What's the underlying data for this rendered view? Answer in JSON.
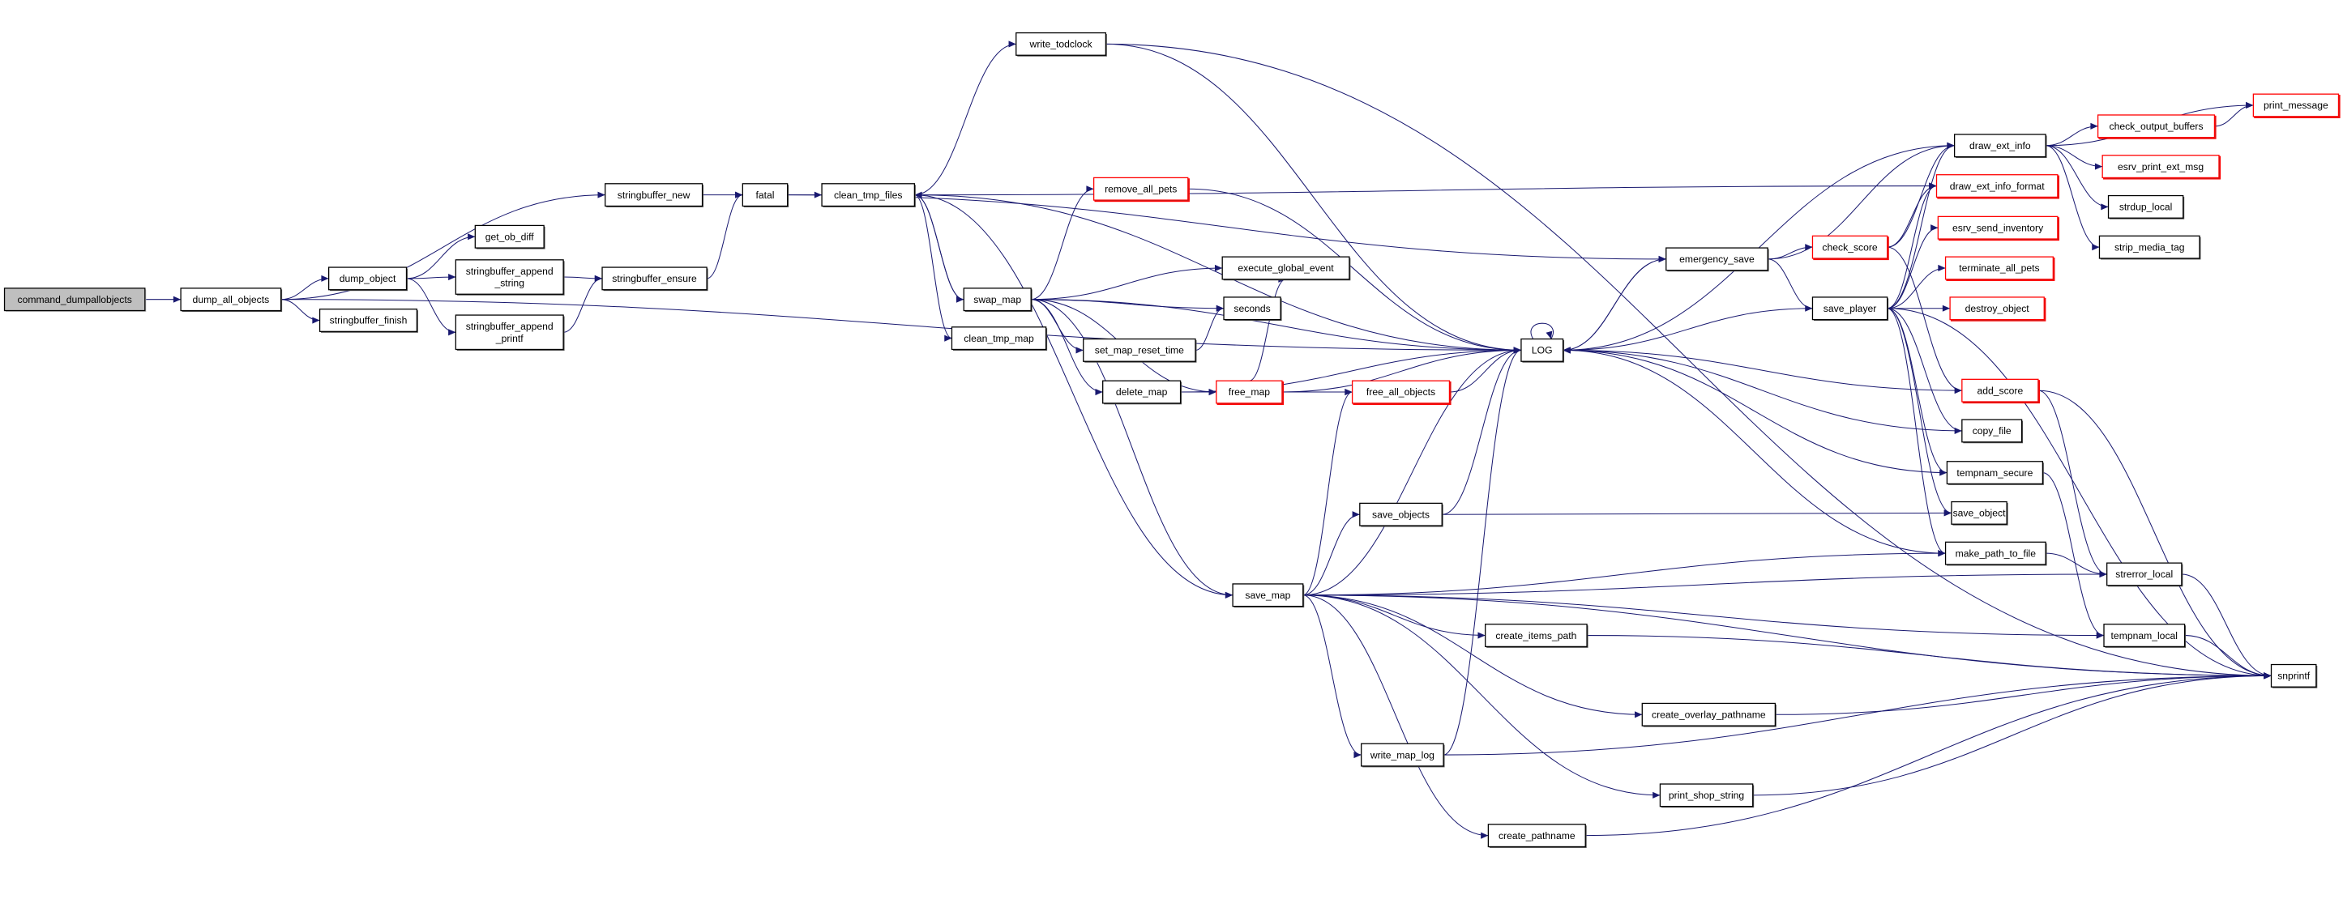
{
  "title": "command_dumpallobjects call graph",
  "colors": {
    "edge": "#191970",
    "node_border": "#000000",
    "undocumented_border": "#ff0000",
    "root_fill": "#bfbfbf"
  },
  "nodes": [
    {
      "id": "command_dumpallobjects",
      "label": [
        "command_dumpallobjects"
      ],
      "style": "root"
    },
    {
      "id": "dump_all_objects",
      "label": [
        "dump_all_objects"
      ]
    },
    {
      "id": "stringbuffer_new",
      "label": [
        "stringbuffer_new"
      ]
    },
    {
      "id": "fatal",
      "label": [
        "fatal"
      ]
    },
    {
      "id": "clean_tmp_files",
      "label": [
        "clean_tmp_files"
      ]
    },
    {
      "id": "get_ob_diff",
      "label": [
        "get_ob_diff"
      ]
    },
    {
      "id": "dump_object",
      "label": [
        "dump_object"
      ]
    },
    {
      "id": "stringbuffer_append_string",
      "label": [
        "stringbuffer_append",
        "_string"
      ]
    },
    {
      "id": "stringbuffer_ensure",
      "label": [
        "stringbuffer_ensure"
      ]
    },
    {
      "id": "stringbuffer_append_printf",
      "label": [
        "stringbuffer_append",
        "_printf"
      ]
    },
    {
      "id": "stringbuffer_finish",
      "label": [
        "stringbuffer_finish"
      ]
    },
    {
      "id": "swap_map",
      "label": [
        "swap_map"
      ]
    },
    {
      "id": "clean_tmp_map",
      "label": [
        "clean_tmp_map"
      ]
    },
    {
      "id": "remove_all_pets",
      "label": [
        "remove_all_pets"
      ],
      "style": "red"
    },
    {
      "id": "set_map_reset_time",
      "label": [
        "set_map_reset_time"
      ]
    },
    {
      "id": "delete_map",
      "label": [
        "delete_map"
      ]
    },
    {
      "id": "write_todclock",
      "label": [
        "write_todclock"
      ]
    },
    {
      "id": "execute_global_event",
      "label": [
        "execute_global_event"
      ]
    },
    {
      "id": "seconds",
      "label": [
        "seconds"
      ]
    },
    {
      "id": "free_map",
      "label": [
        "free_map"
      ],
      "style": "red"
    },
    {
      "id": "free_all_objects",
      "label": [
        "free_all_objects"
      ],
      "style": "red"
    },
    {
      "id": "LOG",
      "label": [
        "LOG"
      ]
    },
    {
      "id": "emergency_save",
      "label": [
        "emergency_save"
      ]
    },
    {
      "id": "check_score",
      "label": [
        "check_score"
      ],
      "style": "red"
    },
    {
      "id": "save_player",
      "label": [
        "save_player"
      ]
    },
    {
      "id": "draw_ext_info",
      "label": [
        "draw_ext_info"
      ]
    },
    {
      "id": "draw_ext_info_format",
      "label": [
        "draw_ext_info_format"
      ],
      "style": "red"
    },
    {
      "id": "esrv_send_inventory",
      "label": [
        "esrv_send_inventory"
      ],
      "style": "red"
    },
    {
      "id": "terminate_all_pets",
      "label": [
        "terminate_all_pets"
      ],
      "style": "red"
    },
    {
      "id": "destroy_object",
      "label": [
        "destroy_object"
      ],
      "style": "red"
    },
    {
      "id": "check_output_buffers",
      "label": [
        "check_output_buffers"
      ],
      "style": "red"
    },
    {
      "id": "esrv_print_ext_msg",
      "label": [
        "esrv_print_ext_msg"
      ],
      "style": "red"
    },
    {
      "id": "strdup_local",
      "label": [
        "strdup_local"
      ]
    },
    {
      "id": "strip_media_tag",
      "label": [
        "strip_media_tag"
      ]
    },
    {
      "id": "print_message",
      "label": [
        "print_message"
      ],
      "style": "red"
    },
    {
      "id": "add_score",
      "label": [
        "add_score"
      ],
      "style": "red"
    },
    {
      "id": "copy_file",
      "label": [
        "copy_file"
      ]
    },
    {
      "id": "tempnam_secure",
      "label": [
        "tempnam_secure"
      ]
    },
    {
      "id": "save_object",
      "label": [
        "save_object"
      ]
    },
    {
      "id": "make_path_to_file",
      "label": [
        "make_path_to_file"
      ]
    },
    {
      "id": "strerror_local",
      "label": [
        "strerror_local"
      ]
    },
    {
      "id": "tempnam_local",
      "label": [
        "tempnam_local"
      ]
    },
    {
      "id": "snprintf",
      "label": [
        "snprintf"
      ]
    },
    {
      "id": "save_objects",
      "label": [
        "save_objects"
      ]
    },
    {
      "id": "save_map",
      "label": [
        "save_map"
      ]
    },
    {
      "id": "create_items_path",
      "label": [
        "create_items_path"
      ]
    },
    {
      "id": "create_overlay_pathname",
      "label": [
        "create_overlay_pathname"
      ]
    },
    {
      "id": "write_map_log",
      "label": [
        "write_map_log"
      ]
    },
    {
      "id": "print_shop_string",
      "label": [
        "print_shop_string"
      ]
    },
    {
      "id": "create_pathname",
      "label": [
        "create_pathname"
      ]
    }
  ],
  "edges": [
    [
      "command_dumpallobjects",
      "dump_all_objects"
    ],
    [
      "dump_all_objects",
      "stringbuffer_new"
    ],
    [
      "dump_all_objects",
      "dump_object"
    ],
    [
      "dump_all_objects",
      "stringbuffer_finish"
    ],
    [
      "dump_all_objects",
      "LOG"
    ],
    [
      "dump_object",
      "get_ob_diff"
    ],
    [
      "dump_object",
      "stringbuffer_append_string"
    ],
    [
      "dump_object",
      "stringbuffer_append_printf"
    ],
    [
      "stringbuffer_append_string",
      "stringbuffer_ensure"
    ],
    [
      "stringbuffer_append_printf",
      "stringbuffer_ensure"
    ],
    [
      "stringbuffer_new",
      "fatal"
    ],
    [
      "stringbuffer_ensure",
      "fatal"
    ],
    [
      "fatal",
      "clean_tmp_files"
    ],
    [
      "fatal",
      "emergency_save"
    ],
    [
      "clean_tmp_files",
      "write_todclock"
    ],
    [
      "clean_tmp_files",
      "swap_map"
    ],
    [
      "clean_tmp_files",
      "clean_tmp_map"
    ],
    [
      "clean_tmp_files",
      "save_map"
    ],
    [
      "clean_tmp_files",
      "LOG"
    ],
    [
      "clean_tmp_files",
      "draw_ext_info_format"
    ],
    [
      "swap_map",
      "remove_all_pets"
    ],
    [
      "swap_map",
      "execute_global_event"
    ],
    [
      "swap_map",
      "seconds"
    ],
    [
      "swap_map",
      "set_map_reset_time"
    ],
    [
      "swap_map",
      "delete_map"
    ],
    [
      "swap_map",
      "free_map"
    ],
    [
      "swap_map",
      "save_map"
    ],
    [
      "swap_map",
      "LOG"
    ],
    [
      "swap_map",
      "clean_tmp_files"
    ],
    [
      "remove_all_pets",
      "LOG"
    ],
    [
      "set_map_reset_time",
      "seconds"
    ],
    [
      "delete_map",
      "free_map"
    ],
    [
      "delete_map",
      "LOG"
    ],
    [
      "free_map",
      "free_all_objects"
    ],
    [
      "free_map",
      "execute_global_event"
    ],
    [
      "free_map",
      "LOG"
    ],
    [
      "free_all_objects",
      "LOG"
    ],
    [
      "write_todclock",
      "LOG"
    ],
    [
      "write_todclock",
      "snprintf"
    ],
    [
      "save_map",
      "save_objects"
    ],
    [
      "save_map",
      "free_all_objects"
    ],
    [
      "save_map",
      "LOG"
    ],
    [
      "save_map",
      "make_path_to_file"
    ],
    [
      "save_map",
      "strerror_local"
    ],
    [
      "save_map",
      "create_items_path"
    ],
    [
      "save_map",
      "tempnam_local"
    ],
    [
      "save_map",
      "create_overlay_pathname"
    ],
    [
      "save_map",
      "write_map_log"
    ],
    [
      "save_map",
      "print_shop_string"
    ],
    [
      "save_map",
      "create_pathname"
    ],
    [
      "save_map",
      "snprintf"
    ],
    [
      "save_objects",
      "save_object"
    ],
    [
      "save_objects",
      "LOG"
    ],
    [
      "write_map_log",
      "LOG"
    ],
    [
      "write_map_log",
      "snprintf"
    ],
    [
      "create_items_path",
      "snprintf"
    ],
    [
      "create_overlay_pathname",
      "snprintf"
    ],
    [
      "print_shop_string",
      "snprintf"
    ],
    [
      "create_pathname",
      "snprintf"
    ],
    [
      "LOG",
      "LOG"
    ],
    [
      "LOG",
      "emergency_save"
    ],
    [
      "emergency_save",
      "LOG"
    ],
    [
      "emergency_save",
      "check_score"
    ],
    [
      "emergency_save",
      "save_player"
    ],
    [
      "emergency_save",
      "draw_ext_info"
    ],
    [
      "check_score",
      "draw_ext_info"
    ],
    [
      "check_score",
      "draw_ext_info_format"
    ],
    [
      "check_score",
      "add_score"
    ],
    [
      "save_player",
      "LOG"
    ],
    [
      "save_player",
      "draw_ext_info"
    ],
    [
      "save_player",
      "draw_ext_info_format"
    ],
    [
      "save_player",
      "esrv_send_inventory"
    ],
    [
      "save_player",
      "terminate_all_pets"
    ],
    [
      "save_player",
      "destroy_object"
    ],
    [
      "save_player",
      "copy_file"
    ],
    [
      "save_player",
      "tempnam_secure"
    ],
    [
      "save_player",
      "save_object"
    ],
    [
      "save_player",
      "make_path_to_file"
    ],
    [
      "save_player",
      "snprintf"
    ],
    [
      "draw_ext_info",
      "LOG"
    ],
    [
      "draw_ext_info",
      "print_message"
    ],
    [
      "draw_ext_info",
      "check_output_buffers"
    ],
    [
      "draw_ext_info",
      "esrv_print_ext_msg"
    ],
    [
      "draw_ext_info",
      "strdup_local"
    ],
    [
      "draw_ext_info",
      "strip_media_tag"
    ],
    [
      "check_output_buffers",
      "print_message"
    ],
    [
      "add_score",
      "LOG"
    ],
    [
      "add_score",
      "strerror_local"
    ],
    [
      "add_score",
      "snprintf"
    ],
    [
      "copy_file",
      "LOG"
    ],
    [
      "tempnam_secure",
      "LOG"
    ],
    [
      "tempnam_secure",
      "tempnam_local"
    ],
    [
      "make_path_to_file",
      "LOG"
    ],
    [
      "make_path_to_file",
      "strerror_local"
    ],
    [
      "strerror_local",
      "snprintf"
    ],
    [
      "tempnam_local",
      "snprintf"
    ]
  ]
}
